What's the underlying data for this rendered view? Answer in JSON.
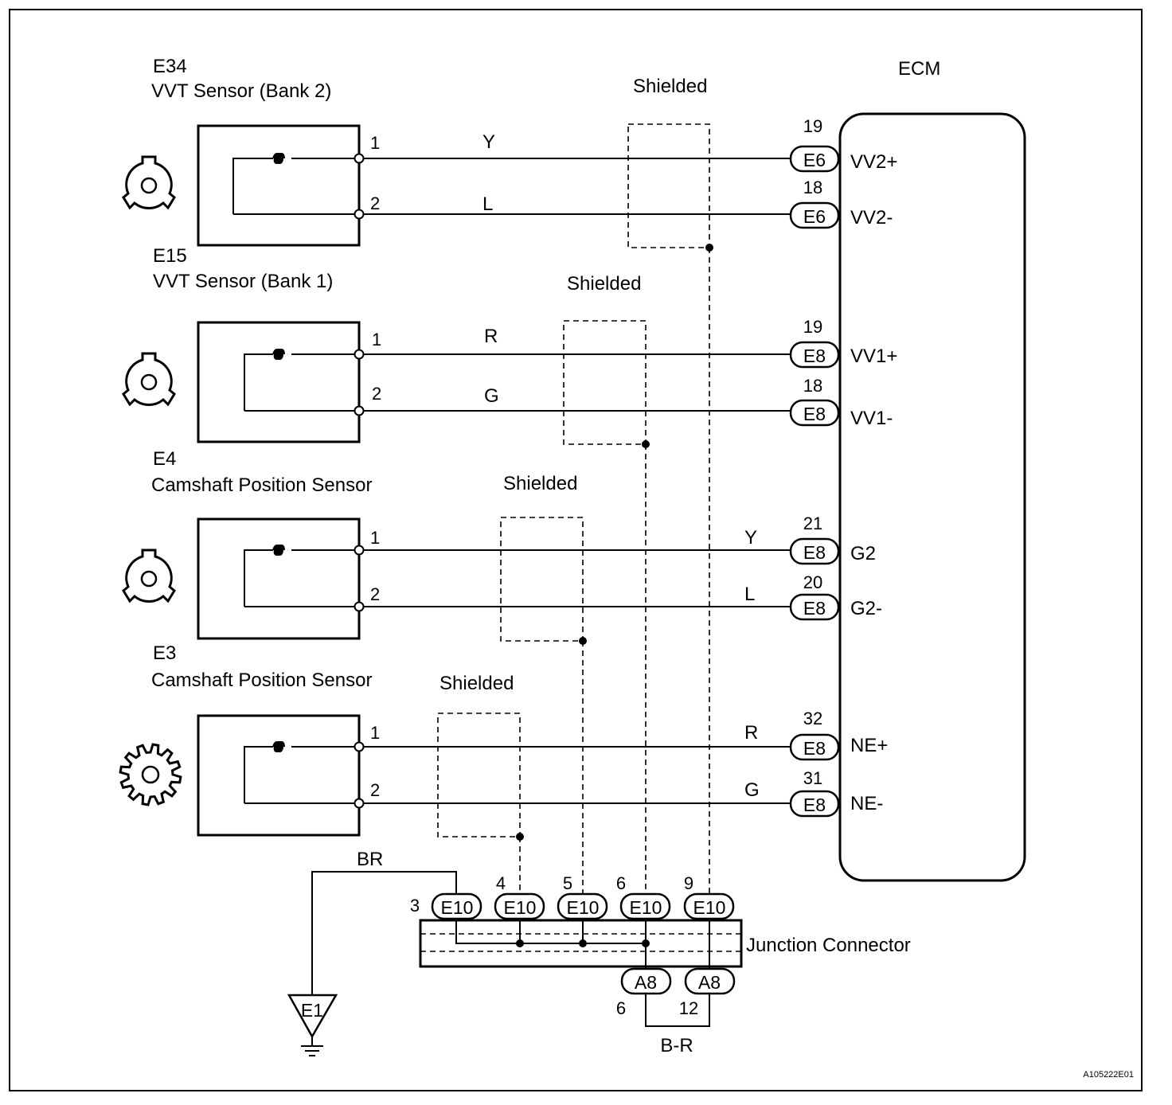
{
  "components": {
    "ecm": {
      "name": "ECM"
    },
    "e34": {
      "code": "E34",
      "name": "VVT Sensor (Bank 2)"
    },
    "e15": {
      "code": "E15",
      "name": "VVT Sensor (Bank 1)"
    },
    "e4": {
      "code": "E4",
      "name": "Camshaft Position Sensor"
    },
    "e3": {
      "code": "E3",
      "name": "Camshaft Position Sensor"
    },
    "junction": {
      "name": "Junction Connector"
    },
    "ground": {
      "code": "E1"
    }
  },
  "shield_label": "Shielded",
  "sensor_pins": {
    "p1": "1",
    "p2": "2"
  },
  "wires": [
    {
      "color": "Y",
      "ecm_pin": "19",
      "ecm_connector": "E6",
      "terminal": "VV2+"
    },
    {
      "color": "L",
      "ecm_pin": "18",
      "ecm_connector": "E6",
      "terminal": "VV2-"
    },
    {
      "color": "R",
      "ecm_pin": "19",
      "ecm_connector": "E8",
      "terminal": "VV1+"
    },
    {
      "color": "G",
      "ecm_pin": "18",
      "ecm_connector": "E8",
      "terminal": "VV1-"
    },
    {
      "color": "Y",
      "ecm_pin": "21",
      "ecm_connector": "E8",
      "terminal": "G2"
    },
    {
      "color": "L",
      "ecm_pin": "20",
      "ecm_connector": "E8",
      "terminal": "G2-"
    },
    {
      "color": "R",
      "ecm_pin": "32",
      "ecm_connector": "E8",
      "terminal": "NE+"
    },
    {
      "color": "G",
      "ecm_pin": "31",
      "ecm_connector": "E8",
      "terminal": "NE-"
    }
  ],
  "junction_top": [
    {
      "connector": "E10",
      "pin": "3"
    },
    {
      "connector": "E10",
      "pin": "4"
    },
    {
      "connector": "E10",
      "pin": "5"
    },
    {
      "connector": "E10",
      "pin": "6"
    },
    {
      "connector": "E10",
      "pin": "9"
    }
  ],
  "junction_bottom": [
    {
      "connector": "A8",
      "pin": "6"
    },
    {
      "connector": "A8",
      "pin": "12"
    }
  ],
  "ground_wire_color": "BR",
  "bottom_wire_color": "B-R",
  "figure_id": "A105222E01"
}
